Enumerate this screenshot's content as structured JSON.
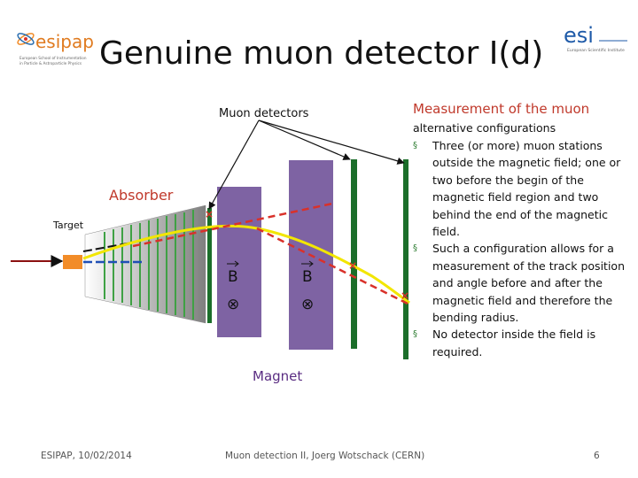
{
  "slide": {
    "title": "Genuine muon detector I(d)",
    "page_number": "6"
  },
  "logos": {
    "left": {
      "name": "esipap",
      "tagline_1": "European School of Instrumentation",
      "tagline_2": "in Particle & Astroparticle Physics"
    },
    "right": {
      "name": "esi",
      "tagline": "European Scientific Institute"
    }
  },
  "diagram": {
    "muon_detectors_label": "Muon detectors",
    "absorber_label": "Absorber",
    "target_label": "Target",
    "magnet_label": "Magnet",
    "field_symbol": "B",
    "field_direction_symbol": "⊗",
    "colors": {
      "magnet": "#7e63a3",
      "detector": "#1b6e2a",
      "track_true": "#f2e600",
      "track_measured": "#d9312a",
      "absorber": "#8c8c8c",
      "beam": "#8b1010",
      "target": "#f28c28"
    }
  },
  "text_panel": {
    "heading": "Measurement of the muon",
    "subheading": "alternative configurations",
    "bullets": [
      "Three (or more) muon stations outside the magnetic field; one or two before the begin of the magnetic field region and two behind the end of the magnetic field.",
      "Such a configuration allows for a measurement of the track position and angle before and after the magnetic field and therefore the bending radius.",
      "No detector inside the field is required."
    ],
    "bullet_marker": "§"
  },
  "footer": {
    "left": "ESIPAP, 10/02/2014",
    "center": "Muon detection II, Joerg Wotschack (CERN)"
  }
}
